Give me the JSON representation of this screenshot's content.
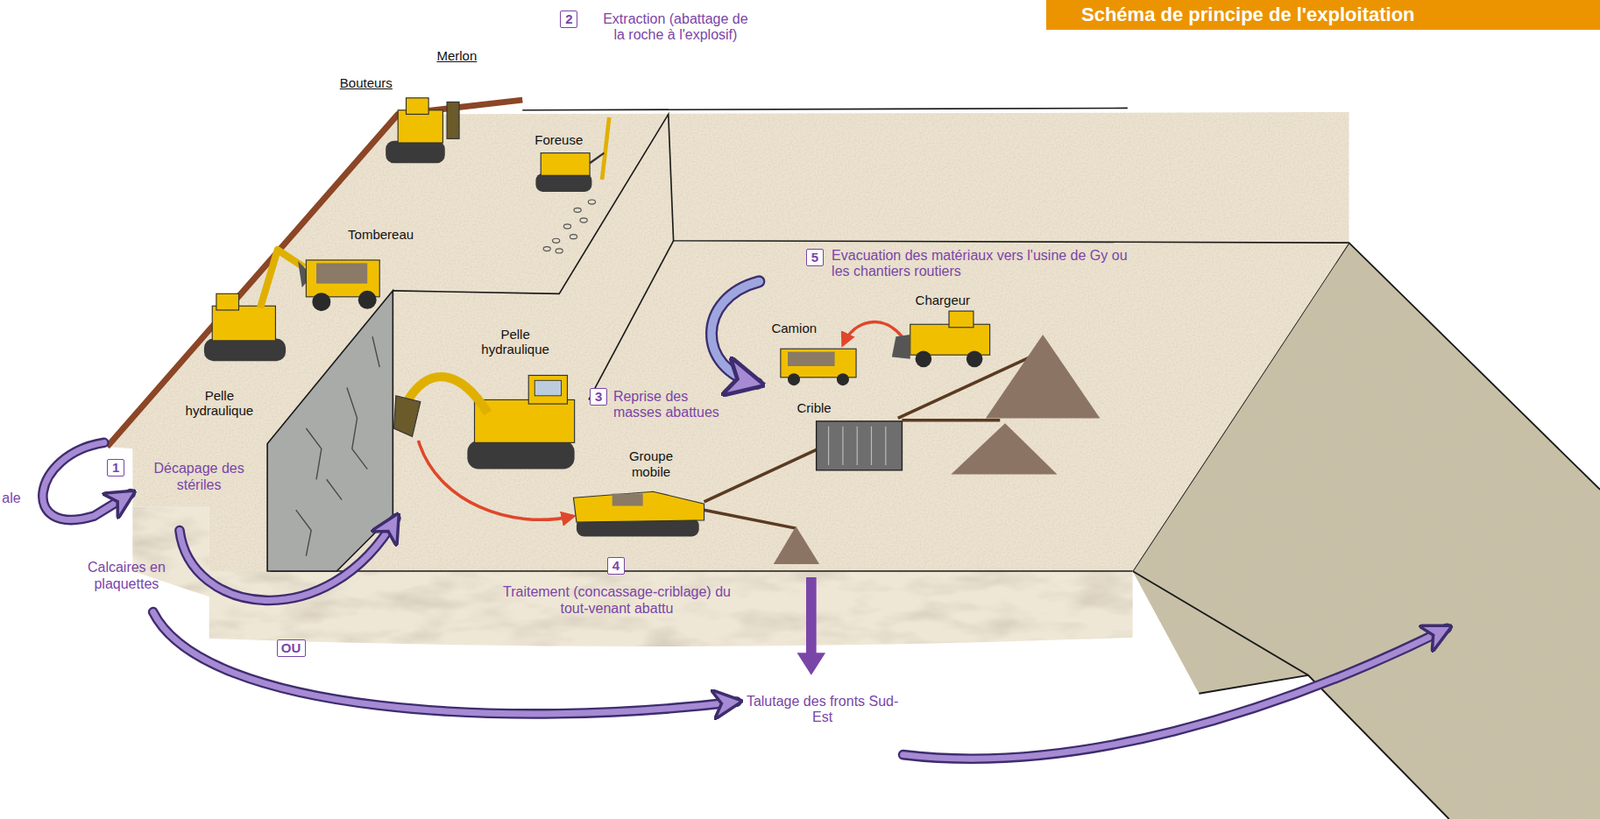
{
  "diagram": {
    "title": "Schéma de principe de l'exploitation",
    "nodes": [
      {
        "text": [
          "2"
        ]
      },
      {
        "text": [
          "5"
        ]
      },
      {
        "text": [
          "3"
        ]
      },
      {
        "text": [
          "1"
        ]
      },
      {
        "text": [
          "4"
        ]
      },
      {
        "text": [
          "OU"
        ]
      }
    ],
    "labels": [
      "Extraction (abattage de la roche à l'explosif)",
      "Merlon",
      "Bouteurs",
      "Foreuse",
      "Tombereau",
      "Evacuation des matériaux vers l'usine de Gy ou les chantiers routiers",
      "Chargeur",
      "Camion",
      "Pelle hydraulique",
      "Reprise des masses abattues",
      "Pelle hydraulique",
      "Crible",
      "Groupe mobile",
      "ale",
      "Décapage des stériles",
      "Traitement (concassage-criblage) du tout-venant abattu",
      "Calcaires en plaquettes",
      "Talutage des fronts Sud-Est"
    ]
  }
}
